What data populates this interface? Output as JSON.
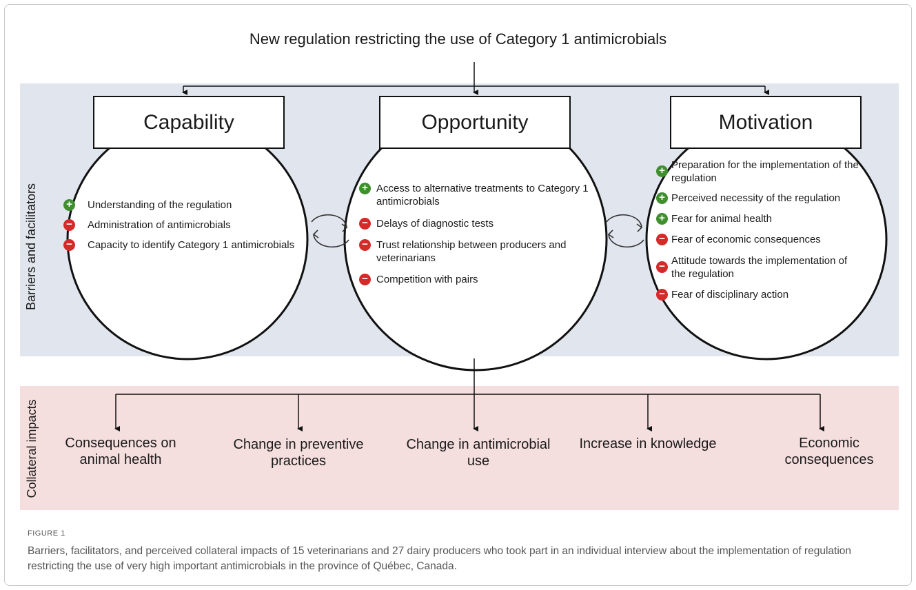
{
  "title": "New regulation restricting the use of Category 1 antimicrobials",
  "left_labels": {
    "top": "Barriers and facilitators",
    "bottom": "Collateral impacts"
  },
  "components": [
    {
      "name": "Capability",
      "items": [
        {
          "sign": "plus",
          "text": "Understanding of the regulation"
        },
        {
          "sign": "minus",
          "text": "Administration of antimicrobials"
        },
        {
          "sign": "minus",
          "text": "Capacity to identify Category 1 antimicrobials"
        }
      ]
    },
    {
      "name": "Opportunity",
      "items": [
        {
          "sign": "plus",
          "text": "Access to alternative treatments to Category 1 antimicrobials"
        },
        {
          "sign": "minus",
          "text": "Delays of diagnostic tests"
        },
        {
          "sign": "minus",
          "text": "Trust relationship between producers and veterinarians"
        },
        {
          "sign": "minus",
          "text": "Competition with pairs"
        }
      ]
    },
    {
      "name": "Motivation",
      "items": [
        {
          "sign": "plus",
          "text": "Preparation for the implementation of the regulation"
        },
        {
          "sign": "plus",
          "text": "Perceived necessity of the regulation"
        },
        {
          "sign": "plus",
          "text": "Fear for animal health"
        },
        {
          "sign": "minus",
          "text": "Fear of economic consequences"
        },
        {
          "sign": "minus",
          "text": "Attitude towards the implementation of the regulation"
        },
        {
          "sign": "minus",
          "text": "Fear of disciplinary action"
        }
      ]
    }
  ],
  "impacts": [
    "Consequences on animal health",
    "Change in preventive practices",
    "Change in antimicrobial use",
    "Increase in knowledge",
    "Economic consequences"
  ],
  "caption": {
    "label": "FIGURE 1",
    "text": "Barriers, facilitators, and perceived collateral impacts of 15 veterinarians and 27 dairy producers who took part in an individual interview about the implementation of regulation restricting the use of very high important antimicrobials in the province of Québec, Canada."
  },
  "colors": {
    "top_band": "#e1e6ee",
    "bottom_band": "#f5dede",
    "facilitator": "#3f8f2f",
    "barrier": "#d42a2a"
  }
}
